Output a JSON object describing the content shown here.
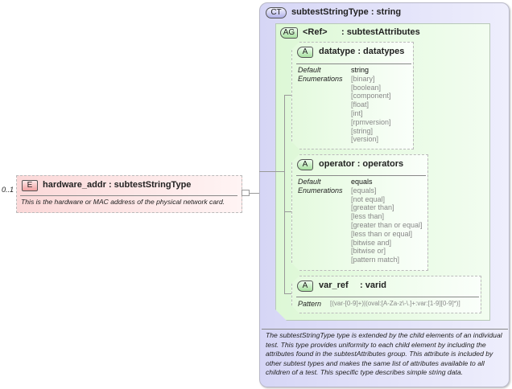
{
  "element": {
    "cardinality": "0..1",
    "badge": "E",
    "name": "hardware_addr",
    "type": ": subtestStringType",
    "description": "This is the hardware or MAC address of the physical network card."
  },
  "complex_type": {
    "badge": "CT",
    "name": "subtestStringType",
    "base": ": string",
    "description": "The subtestStringType type is extended by the child elements of an individual test.  This type provides uniformity to each child element by including the attributes found in the subtestAttributes group.  This attribute is included by other subtest types and makes the same list of attributes available to all children of a test.  This specific type describes simple string data."
  },
  "attribute_group": {
    "badge": "AG",
    "ref": "<Ref>",
    "name": ": subtestAttributes"
  },
  "attributes": [
    {
      "badge": "A",
      "name": "datatype",
      "type": ": datatypes",
      "default_label": "Default",
      "default": "string",
      "enum_label": "Enumerations",
      "enumerations": [
        "[binary]",
        "[boolean]",
        "[component]",
        "[float]",
        "[int]",
        "[rpmversion]",
        "[string]",
        "[version]"
      ]
    },
    {
      "badge": "A",
      "name": "operator",
      "type": ": operators",
      "default_label": "Default",
      "default": "equals",
      "enum_label": "Enumerations",
      "enumerations": [
        "[equals]",
        "[not equal]",
        "[greater than]",
        "[less than]",
        "[greater than or equal]",
        "[less than or equal]",
        "[bitwise and]",
        "[bitwise or]",
        "[pattern match]"
      ]
    },
    {
      "badge": "A",
      "name": "var_ref",
      "type": ": varid",
      "pattern_label": "Pattern",
      "pattern": "[(var-[0-9]+)|(oval:[A-Za-z\\-\\.]+:var:[1-9][0-9]*)]"
    }
  ]
}
